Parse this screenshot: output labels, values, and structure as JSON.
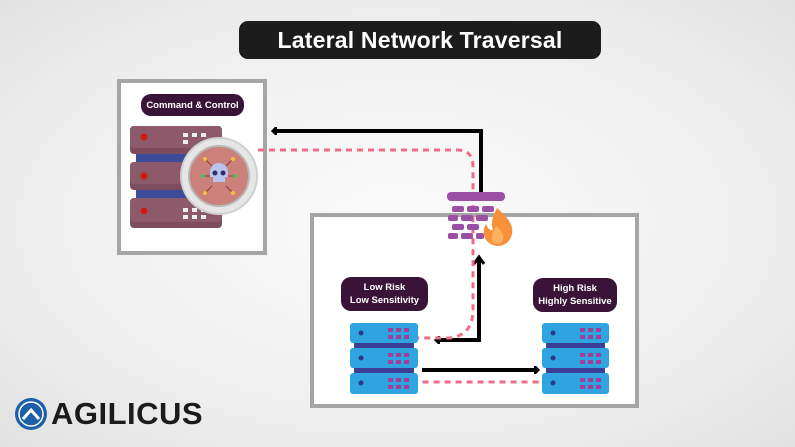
{
  "title": "Lateral Network Traversal",
  "nodes": {
    "command_control": {
      "label": "Command & Control"
    },
    "low_risk": {
      "label_line1": "Low Risk",
      "label_line2": "Low Sensitivity"
    },
    "high_risk": {
      "label_line1": "High Risk",
      "label_line2": "Highly Sensitive"
    }
  },
  "brand": {
    "name": "AGILICUS"
  },
  "colors": {
    "title_bg": "#1c1c1c",
    "label_bg": "#3a1438",
    "attack_path": "#f26b86",
    "c2_server": "#7d4d5e",
    "internal_server": "#2fa4de",
    "firewall": "#9b4fa5",
    "flame": "#f7923a",
    "brand_blue": "#1d5fa8"
  }
}
